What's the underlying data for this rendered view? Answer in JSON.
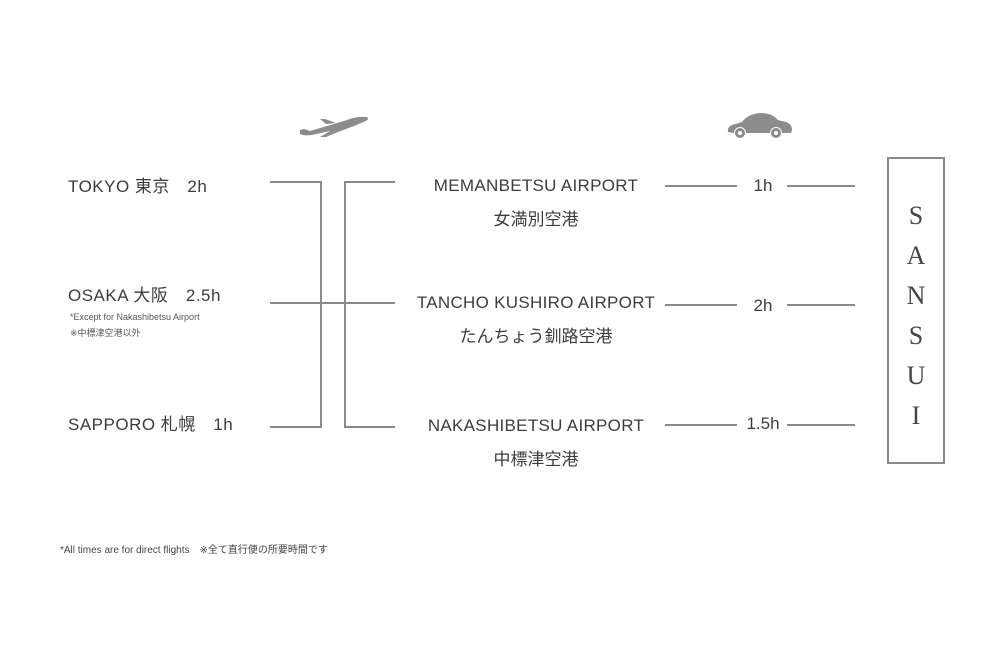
{
  "origins": [
    {
      "label": "TOKYO  東京　2h"
    },
    {
      "label": "OSAKA  大阪　2.5h",
      "note_en": "*Except for Nakashibetsu Airport",
      "note_jp": "※中標津空港以外"
    },
    {
      "label": "SAPPORO  札幌　1h"
    }
  ],
  "airports": [
    {
      "name_en": "MEMANBETSU AIRPORT",
      "name_jp": "女満別空港",
      "drive": "1h"
    },
    {
      "name_en": "TANCHO KUSHIRO AIRPORT",
      "name_jp": "たんちょう釧路空港",
      "drive": "2h"
    },
    {
      "name_en": "NAKASHIBETSU AIRPORT",
      "name_jp": "中標津空港",
      "drive": "1.5h"
    }
  ],
  "destination": {
    "letters": [
      "S",
      "A",
      "N",
      "S",
      "U",
      "I"
    ]
  },
  "footer": "*All times are for direct flights　※全て直行便の所要時間です",
  "icons": {
    "flight": "airplane-icon",
    "drive": "car-icon"
  },
  "colors": {
    "line": "#8a8a8a",
    "icon": "#8c8c8c",
    "text": "#3c3c3c"
  }
}
